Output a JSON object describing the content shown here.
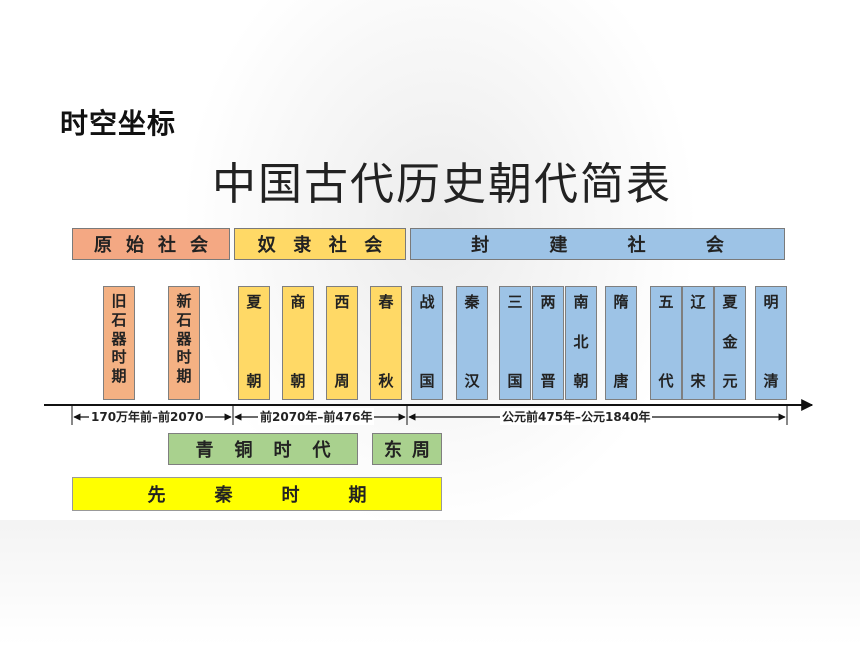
{
  "heading": {
    "small": "时空坐标",
    "main": "中国古代历史朝代简表"
  },
  "eras": [
    {
      "label": [
        "原",
        "始",
        "社",
        "会"
      ],
      "color": "#f4a883"
    },
    {
      "label": [
        "奴",
        "隶",
        "社",
        "会"
      ],
      "color": "#ffd966"
    },
    {
      "label": [
        "封",
        "建",
        "社",
        "会"
      ],
      "color": "#9dc3e6"
    }
  ],
  "dynasties": [
    {
      "chars": [
        "旧",
        "石",
        "器",
        "时",
        "期"
      ],
      "color": "#f4b183"
    },
    {
      "chars": [
        "新",
        "石",
        "器",
        "时",
        "期"
      ],
      "color": "#f4b183"
    },
    {
      "chars": [
        "夏",
        "朝"
      ],
      "color": "#ffd966"
    },
    {
      "chars": [
        "商",
        "朝"
      ],
      "color": "#ffd966"
    },
    {
      "chars": [
        "西",
        "周"
      ],
      "color": "#ffd966"
    },
    {
      "chars": [
        "春",
        "秋"
      ],
      "color": "#ffd966"
    },
    {
      "chars": [
        "战",
        "国"
      ],
      "color": "#9dc3e6"
    },
    {
      "chars": [
        "秦",
        "汉"
      ],
      "color": "#9dc3e6"
    },
    {
      "chars": [
        "三",
        "国"
      ],
      "color": "#9dc3e6"
    },
    {
      "chars": [
        "两",
        "晋"
      ],
      "color": "#9dc3e6"
    },
    {
      "chars": [
        "南",
        "北",
        "朝"
      ],
      "color": "#9dc3e6"
    },
    {
      "chars": [
        "隋",
        "唐"
      ],
      "color": "#9dc3e6"
    },
    {
      "chars": [
        "五",
        "代"
      ],
      "color": "#9dc3e6"
    },
    {
      "chars": [
        "辽",
        "宋"
      ],
      "color": "#9dc3e6"
    },
    {
      "chars": [
        "夏",
        "金",
        "元"
      ],
      "color": "#9dc3e6"
    },
    {
      "chars": [
        "明",
        "清"
      ],
      "color": "#9dc3e6"
    }
  ],
  "timeline_ranges": [
    "170万年前–前2070",
    "前2070年–前476年",
    "公元前475年–公元1840年"
  ],
  "periods": {
    "bronze": [
      "青",
      "铜",
      "时",
      "代"
    ],
    "east_zhou": [
      "东",
      "周"
    ],
    "pre_qin": [
      "先",
      "秦",
      "时",
      "期"
    ]
  }
}
